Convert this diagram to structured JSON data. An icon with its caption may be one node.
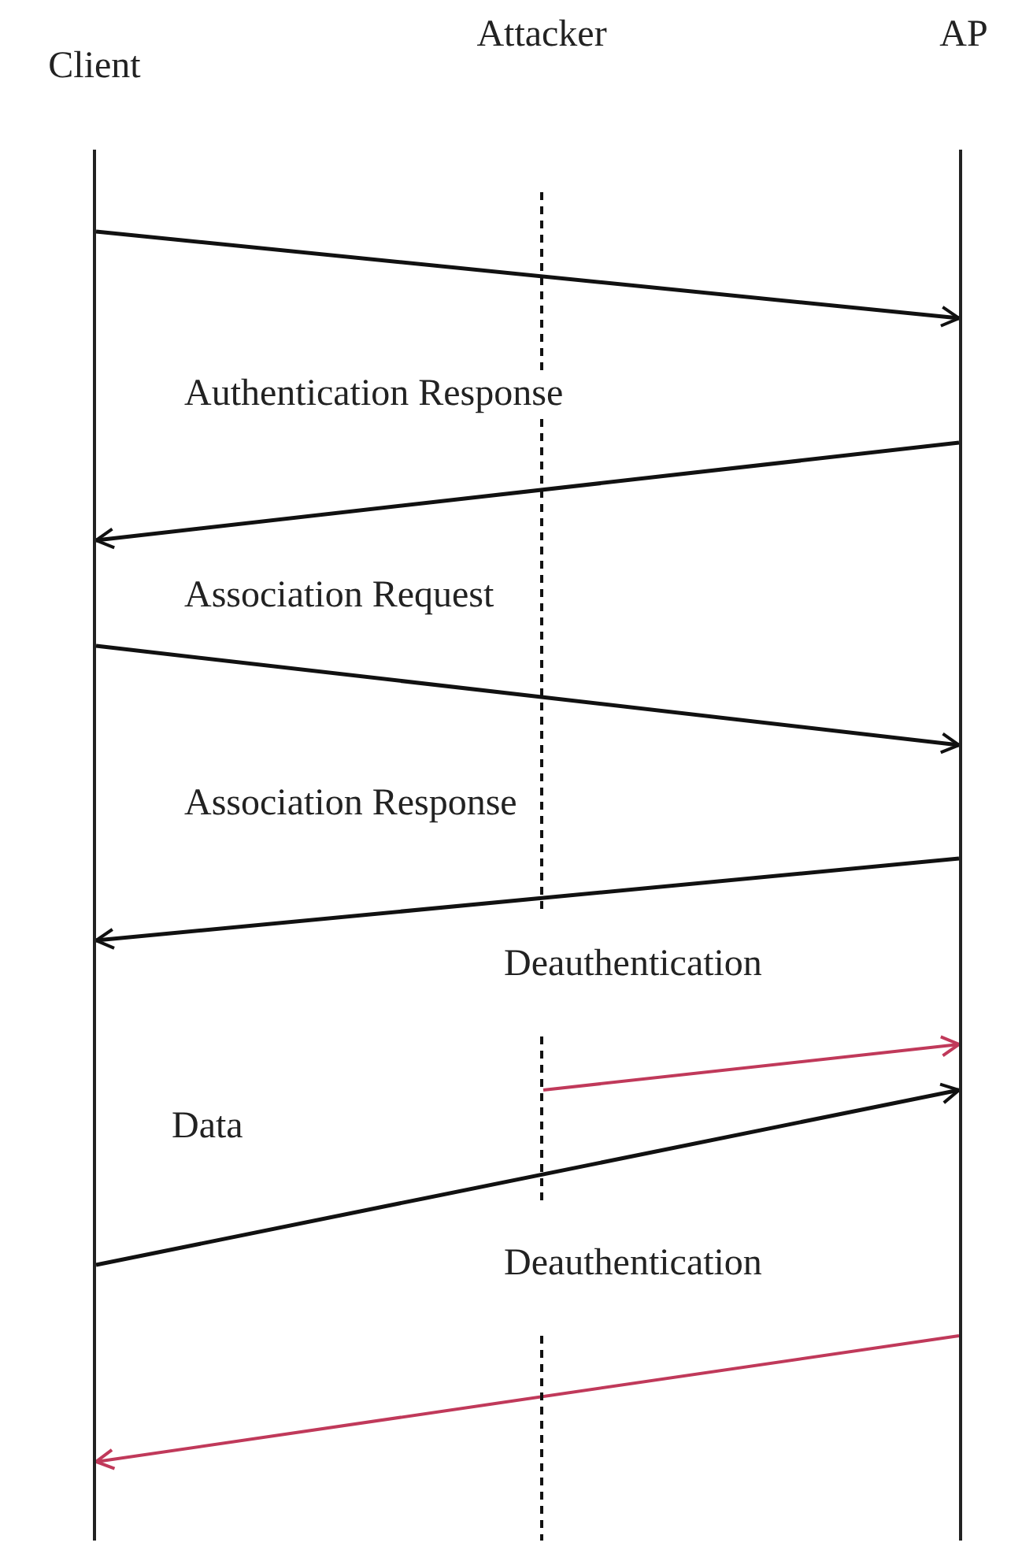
{
  "diagram": {
    "nodes": [
      {
        "text": [],
        "shape": "line",
        "beside": [
          "Client"
        ]
      },
      {
        "text": [],
        "shape": "line",
        "beside": [
          "Attacker"
        ]
      },
      {
        "text": [],
        "shape": "line",
        "beside": [
          "AP"
        ]
      }
    ],
    "edges": [
      {
        "from": 0,
        "to": 2,
        "arrow": "to"
      },
      {
        "from": 2,
        "to": 0,
        "arrow": "to",
        "label": "Authentication Response"
      },
      {
        "from": 0,
        "to": 2,
        "arrow": "to",
        "label": "Association Request"
      },
      {
        "from": 2,
        "to": 0,
        "arrow": "to",
        "label": "Association Response"
      },
      {
        "from": 1,
        "to": 2,
        "arrow": "to",
        "label": "Deauthentication",
        "color": "#c0395a"
      },
      {
        "from": 0,
        "to": 2,
        "arrow": "to",
        "label": "Data"
      },
      {
        "from": 2,
        "to": 0,
        "arrow": "to",
        "label": "Deauthentication",
        "color": "#c0395a"
      }
    ]
  }
}
